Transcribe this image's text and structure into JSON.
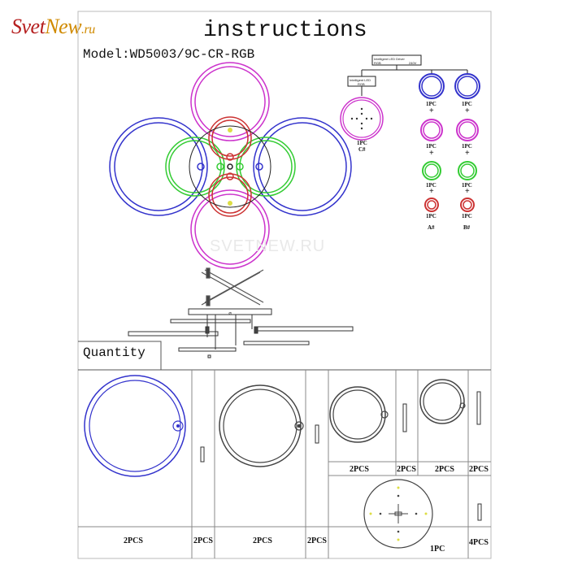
{
  "brand": {
    "part1": "Svet",
    "part2": "New",
    "part3": ".ru"
  },
  "header": {
    "title": "instructions",
    "model": "Model:WD5003/9C-CR-RGB"
  },
  "watermark": "SVETNEW.RU",
  "quantity_label": "Quantity",
  "wiring": {
    "driver_label": "Intelligent LED Driver",
    "rgb_label": "RGB",
    "voltage": "240V",
    "remote_label": "Intelligent LED",
    "remote_rgb": "RGB",
    "col_c": {
      "count": "1PC",
      "code": "C#"
    },
    "col_a": {
      "counts": [
        "1PC",
        "1PC",
        "1PC",
        "1PC"
      ],
      "code": "A#"
    },
    "col_b": {
      "counts": [
        "1PC",
        "1PC",
        "1PC",
        "1PC"
      ],
      "code": "B#"
    },
    "plus": "+"
  },
  "parts": {
    "large_ring": "2PCS",
    "large_rod": "2PCS",
    "mid_ring": "2PCS",
    "mid_rod": "2PCS",
    "small_ring": "2PCS",
    "small_rod": "2PCS",
    "xs_ring": "2PCS",
    "xs_rod": "2PCS",
    "base": "1PC",
    "screws": "4PCS"
  },
  "colors": {
    "blue": "#3333cc",
    "magenta": "#cc33cc",
    "green": "#33cc33",
    "red": "#cc3333",
    "line": "#222222",
    "logo_red": "#b51f1f",
    "logo_gold": "#d08a00"
  }
}
